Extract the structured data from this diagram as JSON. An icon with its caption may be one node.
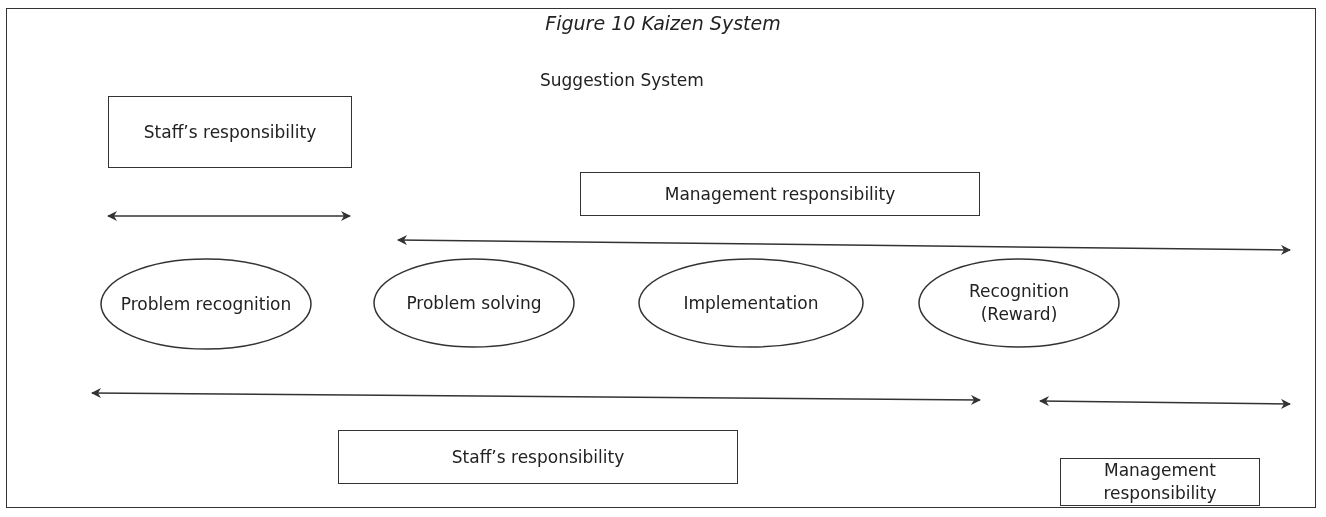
{
  "diagram": {
    "title": "Figure 10 Kaizen System",
    "nodes": [
      {
        "text": [
          "Staff’s responsibility"
        ]
      },
      {
        "text": [
          "Management responsibility"
        ]
      },
      {
        "text": [
          "Problem recognition"
        ]
      },
      {
        "text": [
          "Problem solving"
        ]
      },
      {
        "text": [
          "Implementation"
        ]
      },
      {
        "text": [
          "Recognition (Reward)"
        ]
      },
      {
        "text": [
          "Staff’s responsibility"
        ]
      },
      {
        "text": [
          "Management responsibility"
        ]
      }
    ],
    "labels": [
      "Suggestion System"
    ]
  }
}
